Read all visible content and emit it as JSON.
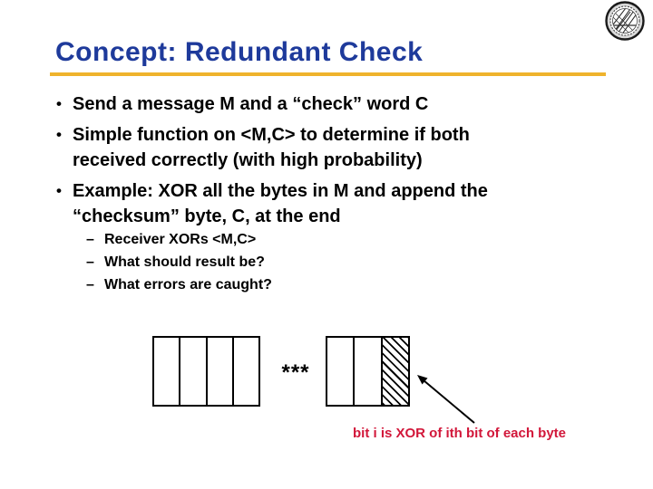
{
  "slide": {
    "title": "Concept: Redundant Check",
    "title_color": "#1E3A9B",
    "underline_color": "#EFB32C",
    "bullet_marker": "•",
    "bullets": [
      "Send a message M and a “check” word C",
      "Simple function on <M,C> to determine if both received correctly (with high probability)",
      "Example: XOR all the bytes in M and append the “checksum” byte, C, at the end"
    ],
    "sub_bullet_marker": "–",
    "sub_bullets": [
      "Receiver XORs <M,C>",
      "What should result be?",
      "What errors are caught?"
    ],
    "diagram": {
      "message_cells": 4,
      "check_cells": 3,
      "hatched_last_check_cell": true,
      "ellipsis": "***",
      "caption": "bit i is XOR of ith bit of each byte",
      "caption_color": "#D2173A"
    },
    "logo_name": "university-seal"
  }
}
